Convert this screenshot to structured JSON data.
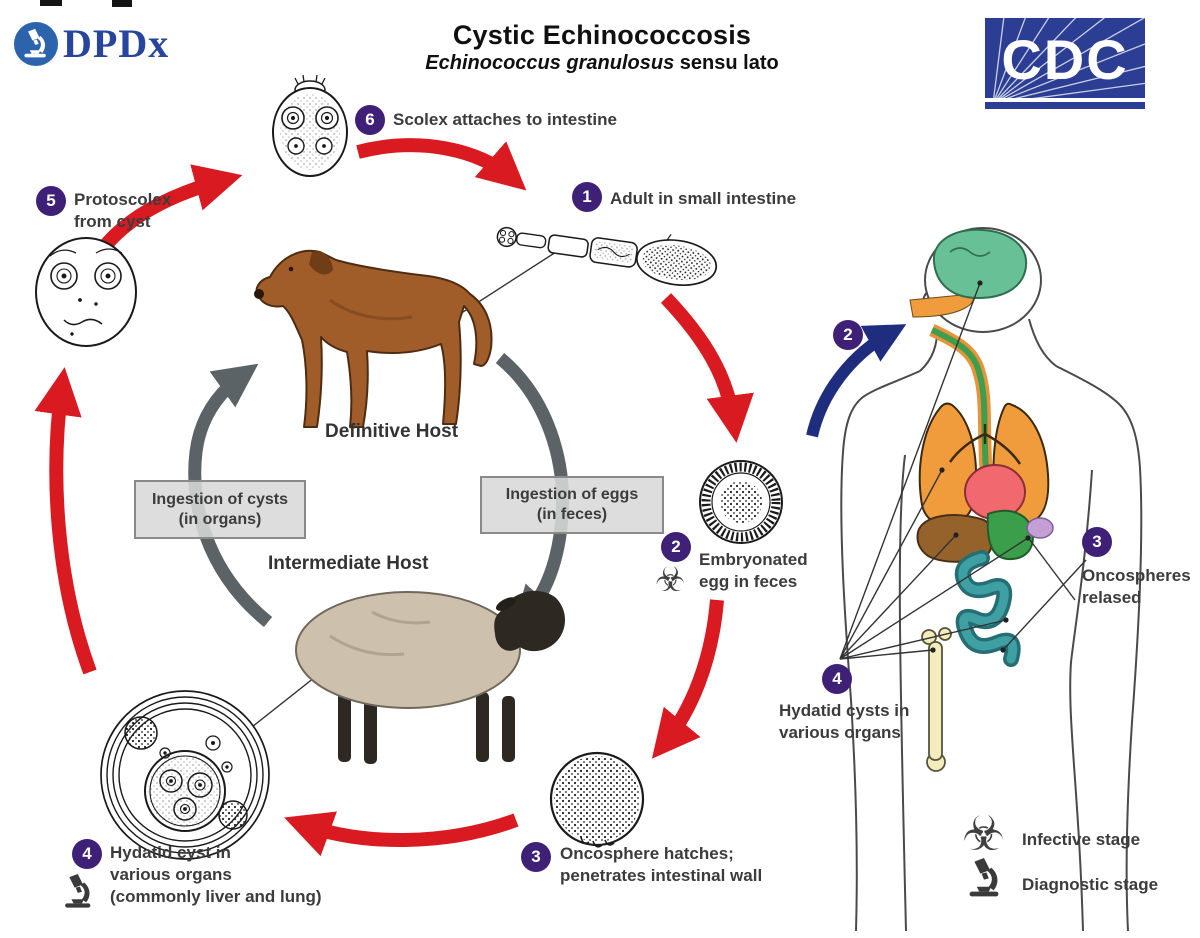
{
  "header": {
    "dpdx_text": "DPDx",
    "title": "Cystic Echinococcosis",
    "subtitle_italic": "Echinococcus granulosus",
    "subtitle_rest": " sensu lato",
    "cdc_text": "CDC"
  },
  "stages": {
    "s1": {
      "number": "1",
      "label": "Adult in small intestine"
    },
    "s2": {
      "number": "2",
      "line1": "Embryonated",
      "line2": "egg in feces"
    },
    "s3": {
      "number": "3",
      "line1": "Oncosphere hatches;",
      "line2": "penetrates intestinal wall"
    },
    "s4": {
      "number": "4",
      "line1": "Hydatid cyst in",
      "line2": "various organs",
      "line3": "(commonly liver and lung)"
    },
    "s5": {
      "number": "5",
      "line1": "Protoscolex",
      "line2": "from cyst"
    },
    "s6": {
      "number": "6",
      "label": "Scolex attaches to intestine"
    }
  },
  "hosts": {
    "definitive": "Definitive Host",
    "intermediate": "Intermediate Host"
  },
  "boxes": {
    "cysts": {
      "line1": "Ingestion of cysts",
      "line2": "(in organs)"
    },
    "eggs": {
      "line1": "Ingestion of eggs",
      "line2": "(in feces)"
    }
  },
  "human": {
    "s2": {
      "number": "2"
    },
    "s3": {
      "number": "3",
      "line1": "Oncospheres",
      "line2": "relased"
    },
    "s4": {
      "number": "4",
      "line1": "Hydatid cysts in",
      "line2": "various organs"
    }
  },
  "legend": {
    "infective_label": "Infective stage",
    "diagnostic_label": "Diagnostic stage"
  },
  "icons": {
    "biohazard_glyph": "☣"
  },
  "colors": {
    "red": "#da1a21",
    "gray": "#5b6366",
    "purple": "#3e2077",
    "navy": "#1f2d7f",
    "cdc_blue": "#2b3e94",
    "dpdx_blue": "#2b63ad",
    "dpdx_text": "#27459c",
    "label": "#3c3c3c",
    "box_fill": "#d8d8d8",
    "box_border": "#8a8a8a",
    "dog_brown": "#a05d2a",
    "sheep_body": "#cdc1ae",
    "sheep_dark": "#2e2823",
    "brain_green": "#68c196",
    "lung_orange": "#f09c3c",
    "heart_pink": "#f1686e",
    "liver_brown": "#96622c",
    "stomach_green": "#3b9e4a",
    "spleen_lavender": "#c49fd6",
    "intestine_teal": "#3fa0a4",
    "bone_yellow": "#f4ecbc"
  }
}
